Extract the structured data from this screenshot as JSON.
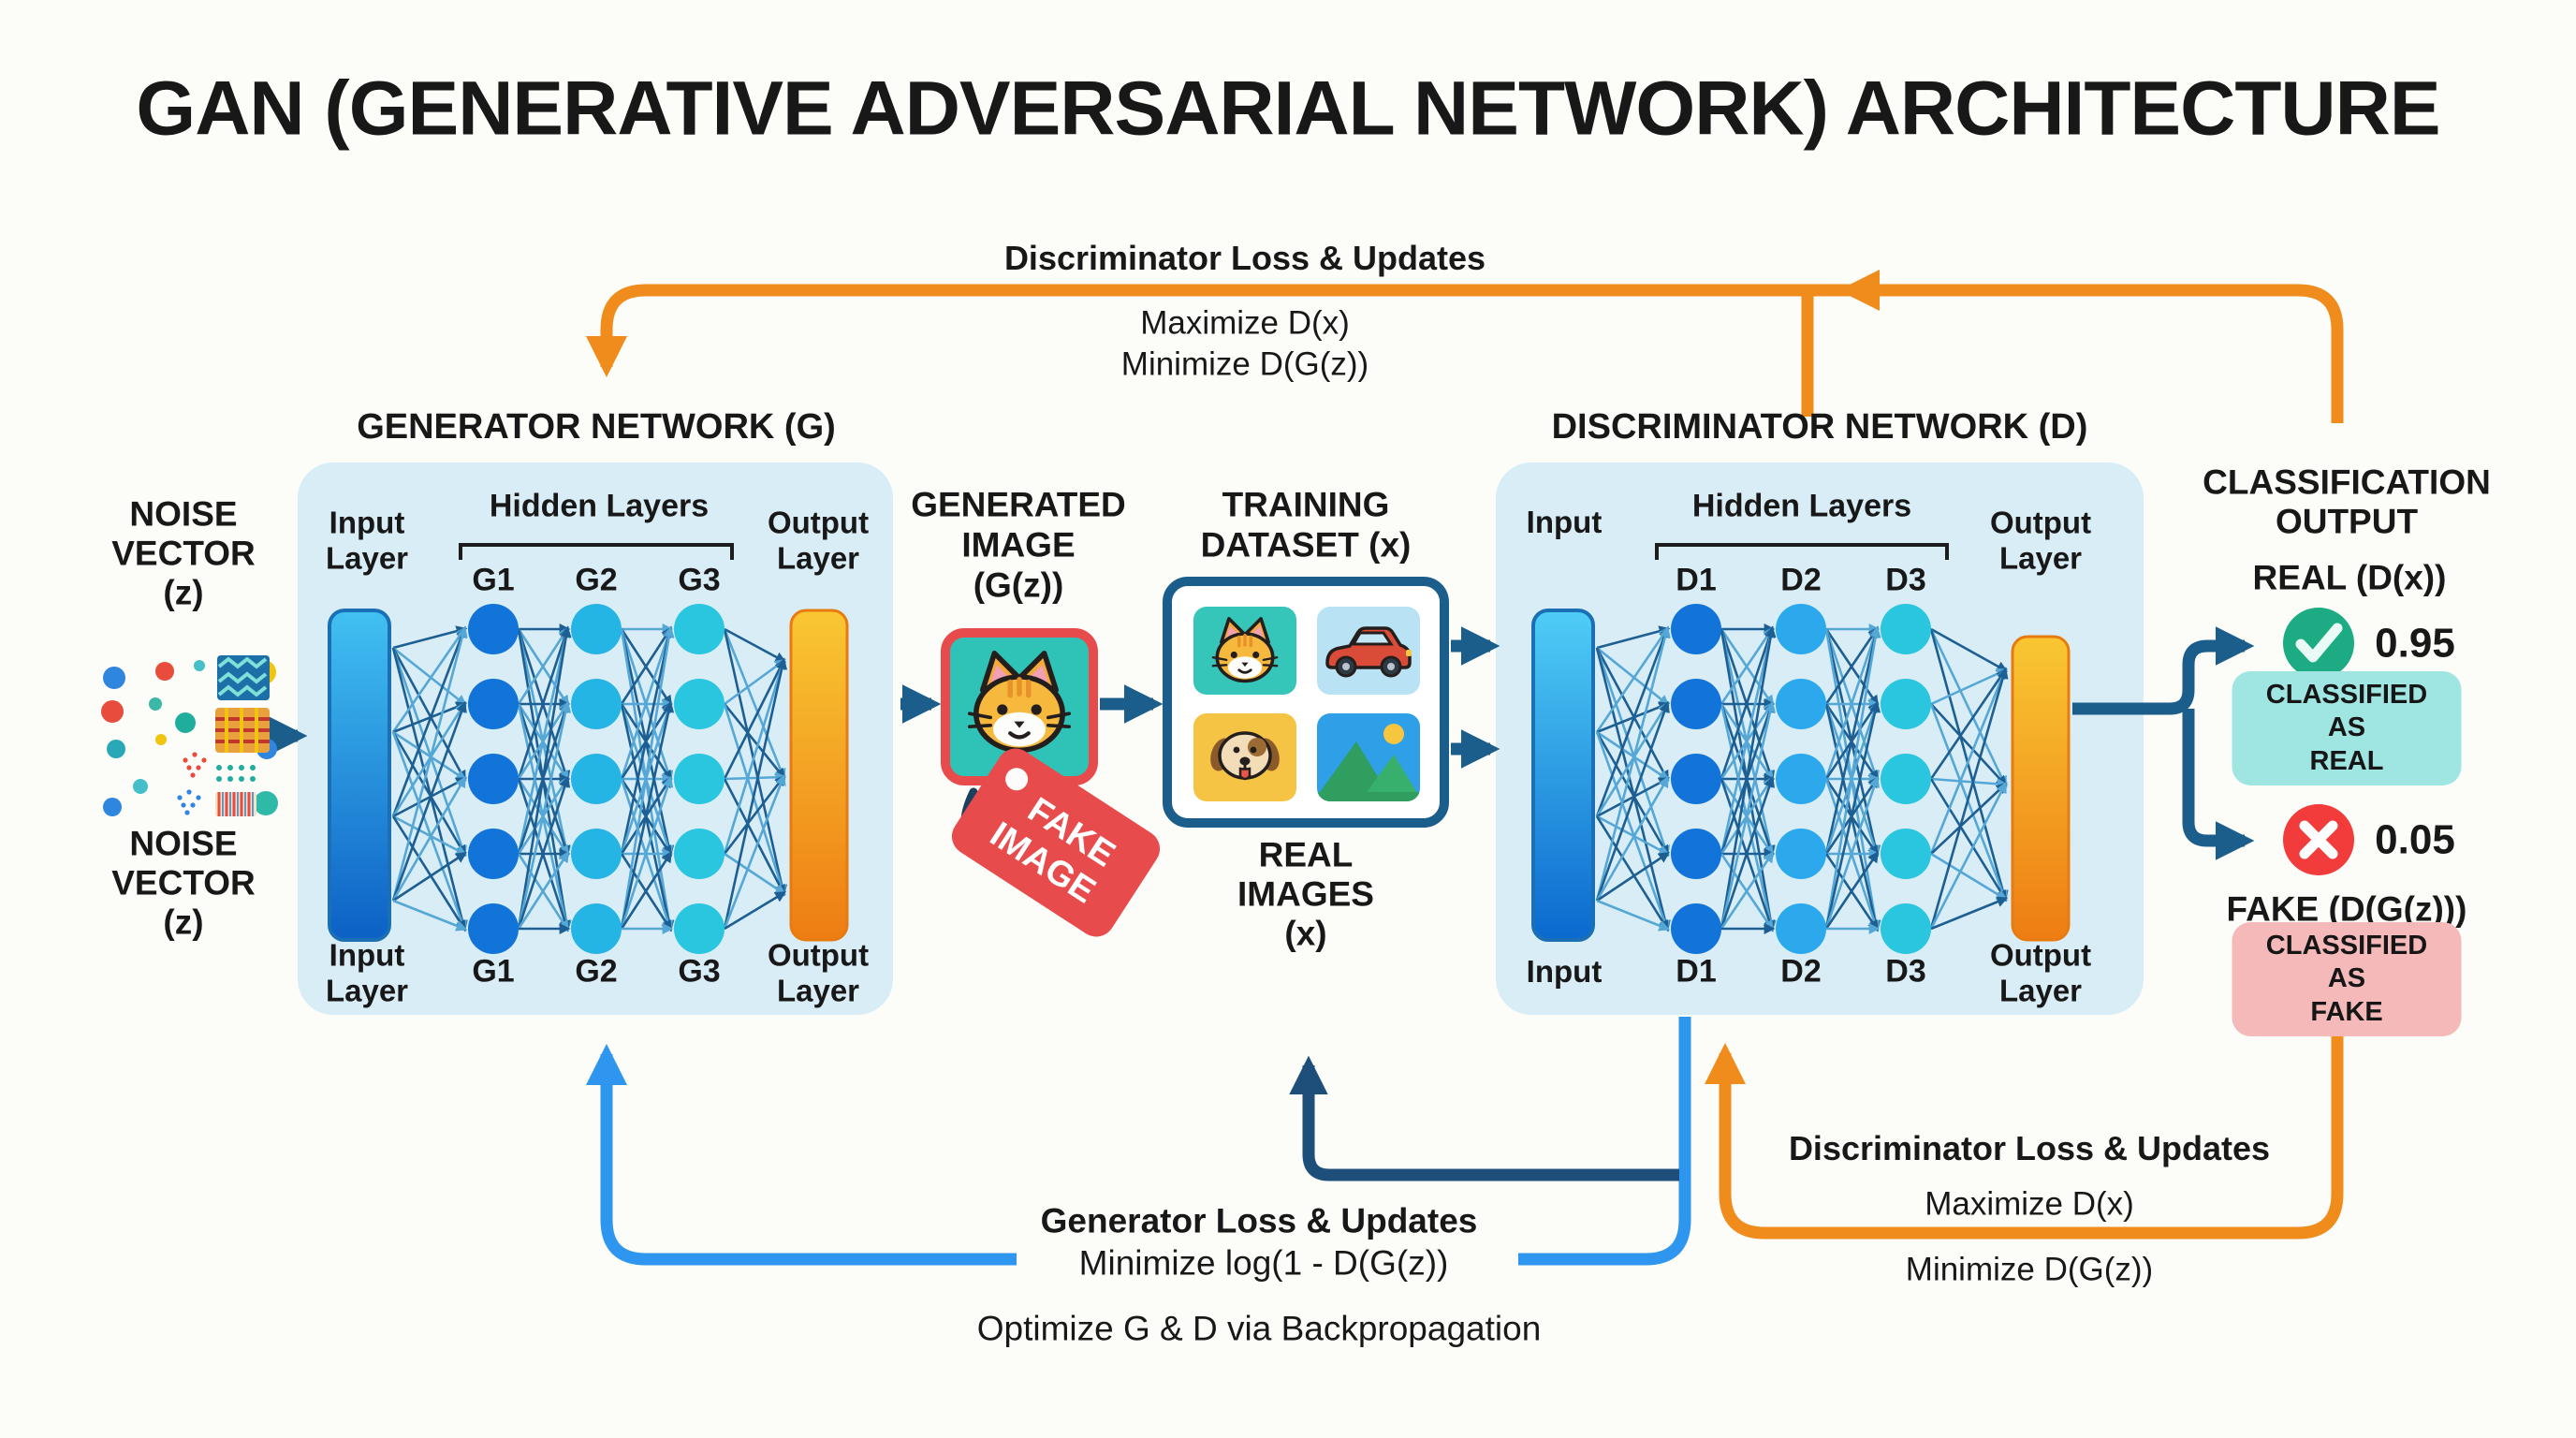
{
  "title": "GAN (GENERATIVE ADVERSARIAL NETWORK) ARCHITECTURE",
  "top_feedback": {
    "title": "Discriminator Loss & Updates",
    "line1": "Maximize D(x)",
    "line2": "Minimize D(G(z))"
  },
  "noise": {
    "top_l1": "NOISE",
    "top_l2": "VECTOR",
    "top_l3": "(z)",
    "bottom_l1": "NOISE",
    "bottom_l2": "VECTOR",
    "bottom_l3": "(z)"
  },
  "generator": {
    "title": "GENERATOR NETWORK (G)",
    "input_label": "Input Layer",
    "hidden_label": "Hidden Layers",
    "output_label": "Output Layer",
    "columns": [
      "G1",
      "G2",
      "G3"
    ]
  },
  "generated_image": {
    "l1": "GENERATED",
    "l2": "IMAGE",
    "l3": "(G(z))",
    "tag_line1": "FAKE",
    "tag_line2": "IMAGE"
  },
  "training_dataset": {
    "l1": "TRAINING",
    "l2": "DATASET (x)",
    "caption_l1": "REAL",
    "caption_l2": "IMAGES",
    "caption_l3": "(x)",
    "tiles": [
      "cat",
      "car",
      "dog",
      "landscape"
    ]
  },
  "discriminator": {
    "title": "DISCRIMINATOR NETWORK (D)",
    "input_label": "Input",
    "hidden_label": "Hidden Layers",
    "output_label": "Output Layer",
    "columns": [
      "D1",
      "D2",
      "D3"
    ]
  },
  "classification": {
    "title_l1": "CLASSIFICATION",
    "title_l2": "OUTPUT",
    "real_label": "REAL (D(x))",
    "real_score": "0.95",
    "real_badge_line1": "CLASSIFIED AS",
    "real_badge_line2": "REAL",
    "fake_label": "FAKE (D(G(z)))",
    "fake_score": "0.05",
    "fake_badge_line1": "CLASSIFIED AS",
    "fake_badge_line2": "FAKE"
  },
  "generator_feedback": {
    "title": "Generator Loss & Updates",
    "line1": "Minimize log(1 - D(G(z))",
    "line2": "Optimize G & D via Backpropagation"
  },
  "discriminator_feedback": {
    "title": "Discriminator Loss & Updates",
    "line1": "Maximize D(x)",
    "line2": "Minimize D(G(z))"
  },
  "colors": {
    "background": "#fcfcf9",
    "network_box": "#d9edf6",
    "orange_loop": "#f08c1c",
    "blue_loop": "#2e96ee",
    "navy_arrow": "#1b5e8c",
    "node_blue": "#1273d9",
    "node_cyan": "#2ac6df",
    "output_bar": "#ef7d13",
    "real_green": "#1cab82",
    "fake_red": "#f23b3b",
    "real_badge": "#9fe5e2",
    "fake_badge": "#f4b9b8",
    "tag_red": "#e84b4b",
    "generated_bg": "#2fc2b6"
  }
}
